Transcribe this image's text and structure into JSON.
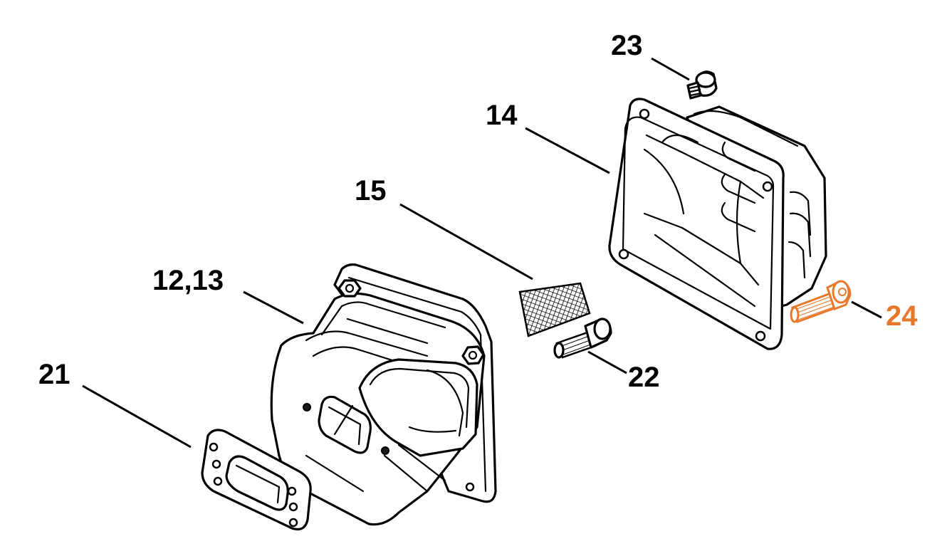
{
  "callouts": {
    "c23": "23",
    "c14": "14",
    "c15": "15",
    "c1213": "12,13",
    "c24": "24",
    "c21": "21",
    "c22": "22"
  },
  "colors": {
    "label_default": "#000000",
    "label_highlight": "#e8782a",
    "line": "#000000",
    "background": "#ffffff"
  },
  "highlighted_part": "24"
}
